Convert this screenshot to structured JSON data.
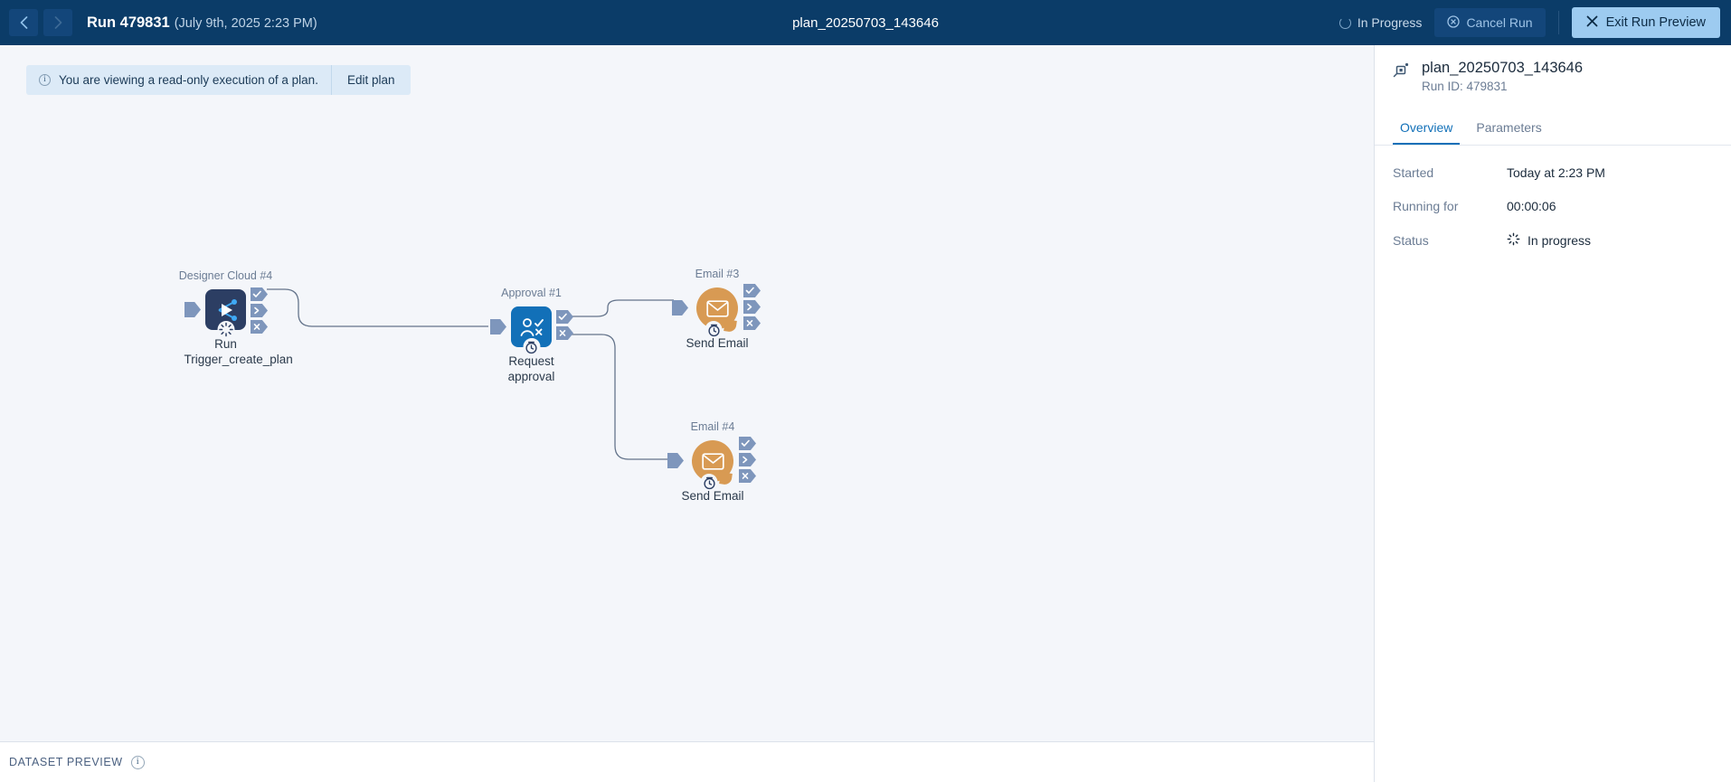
{
  "topbar": {
    "back_icon": "chevron-left-icon",
    "forward_icon": "chevron-right-icon",
    "run_title": "Run 479831",
    "run_date": "(July 9th, 2025 2:23 PM)",
    "center_title": "plan_20250703_143646",
    "status_label": "In Progress",
    "status_icon": "spinner-icon",
    "cancel_label": "Cancel Run",
    "cancel_icon": "cancel-circle-icon",
    "exit_label": "Exit Run Preview",
    "exit_icon": "close-x-icon",
    "bg_color": "#0B3C68",
    "exit_bg_color": "#9DCBF0"
  },
  "banner": {
    "icon": "info-icon",
    "message": "You are viewing a read-only execution of a plan.",
    "action_label": "Edit plan",
    "bg_color": "#DCEAF7"
  },
  "canvas": {
    "bg_color": "#F4F6FA",
    "nodes": [
      {
        "id": "designer-cloud",
        "caption": "Designer Cloud #4",
        "label": "Run Trigger_create_plan",
        "shape": "square-dark",
        "color": "#2C3E63",
        "icon": "run-flow-icon",
        "badge": "spinner-icon",
        "ports": [
          "check-port",
          "chevron-port",
          "x-port"
        ]
      },
      {
        "id": "approval",
        "caption": "Approval #1",
        "label": "Request approval",
        "shape": "square-blue",
        "color": "#1270B8",
        "icon": "user-approval-icon",
        "badge": "clock-icon",
        "ports": [
          "check-port",
          "x-port"
        ]
      },
      {
        "id": "email-3",
        "caption": "Email #3",
        "label": "Send Email",
        "shape": "bubble",
        "color": "#D89A53",
        "icon": "envelope-icon",
        "badge": "clock-icon",
        "ports": [
          "check-port",
          "chevron-port",
          "x-port"
        ]
      },
      {
        "id": "email-4",
        "caption": "Email #4",
        "label": "Send Email",
        "shape": "bubble",
        "color": "#D89A53",
        "icon": "envelope-icon",
        "badge": "clock-icon",
        "ports": [
          "check-port",
          "chevron-port",
          "x-port"
        ]
      }
    ]
  },
  "panel": {
    "icon": "plan-node-icon",
    "title": "plan_20250703_143646",
    "subtitle": "Run ID: 479831",
    "tabs": [
      {
        "label": "Overview",
        "active": true
      },
      {
        "label": "Parameters",
        "active": false
      }
    ],
    "rows": [
      {
        "key": "Started",
        "value": "Today at 2:23 PM"
      },
      {
        "key": "Running for",
        "value": "00:00:06"
      },
      {
        "key": "Status",
        "value": "In progress",
        "icon": "spinner-icon"
      }
    ],
    "accent_color": "#1270B8"
  },
  "bottombar": {
    "label": "DATASET PREVIEW",
    "icon": "info-icon"
  }
}
